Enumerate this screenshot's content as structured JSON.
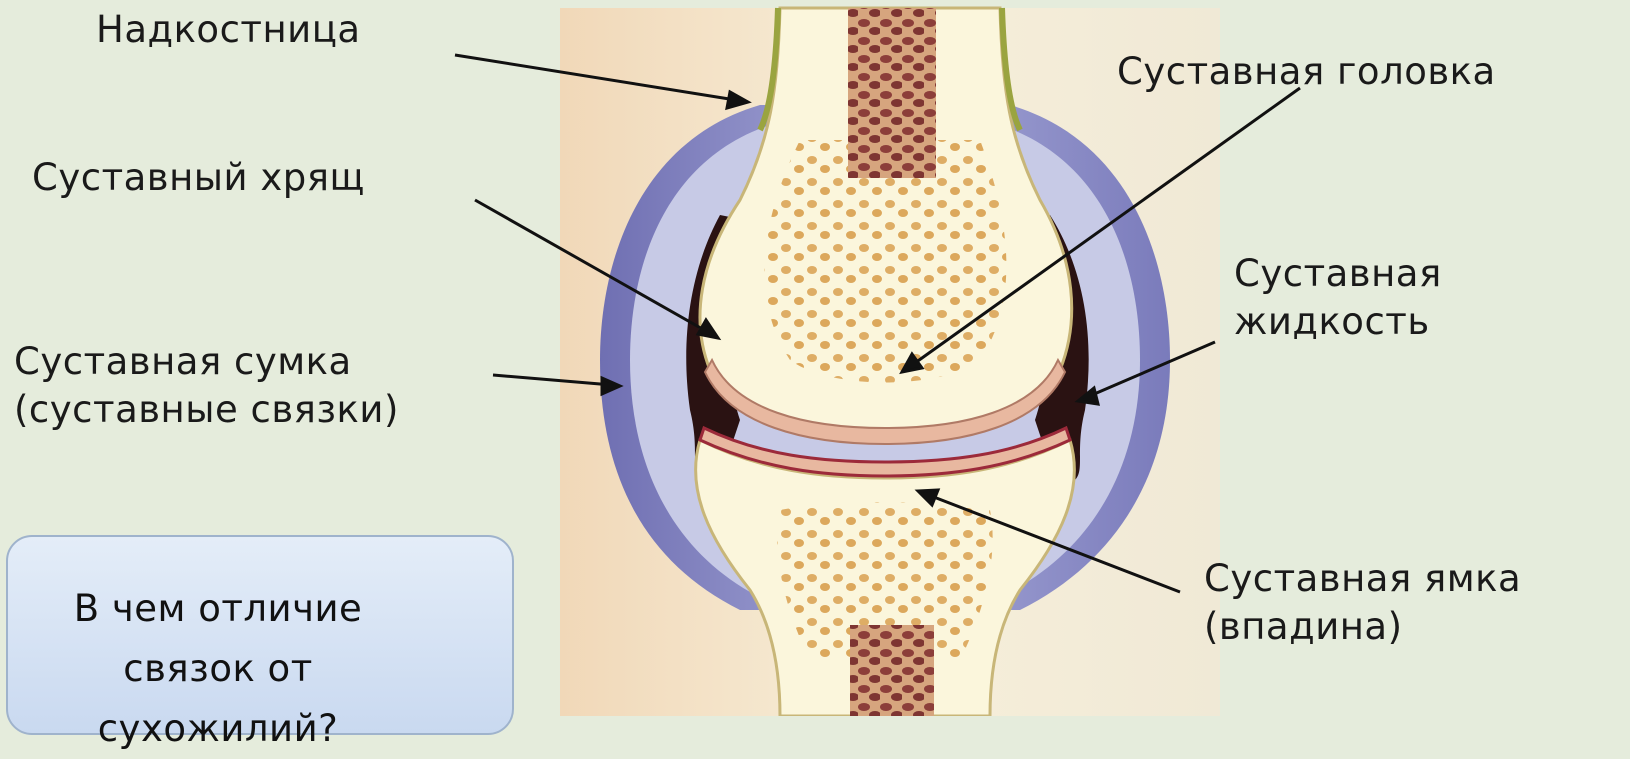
{
  "labels": {
    "periosteum": "Надкостница",
    "articular_head": "Суставная головка",
    "cartilage": "Суставный хрящ",
    "fluid": [
      "Суставная",
      "жидкость"
    ],
    "capsule": [
      "Суставная сумка",
      "(суставные связки)"
    ],
    "socket": [
      "Суставная ямка",
      "(впадина)"
    ]
  },
  "question": {
    "lines": [
      "В чем отличие",
      "связок от",
      "сухожилий?"
    ]
  },
  "colors": {
    "background": "#e5ecdc",
    "panel": "#f4ead6",
    "bone": "#fbf6dc",
    "marrow": "#d79a45",
    "red_marrow": "#8c3e3a",
    "capsule": "#8e8fc7",
    "cartilage": "#e8b8a0",
    "cavity": "#2a1212"
  }
}
